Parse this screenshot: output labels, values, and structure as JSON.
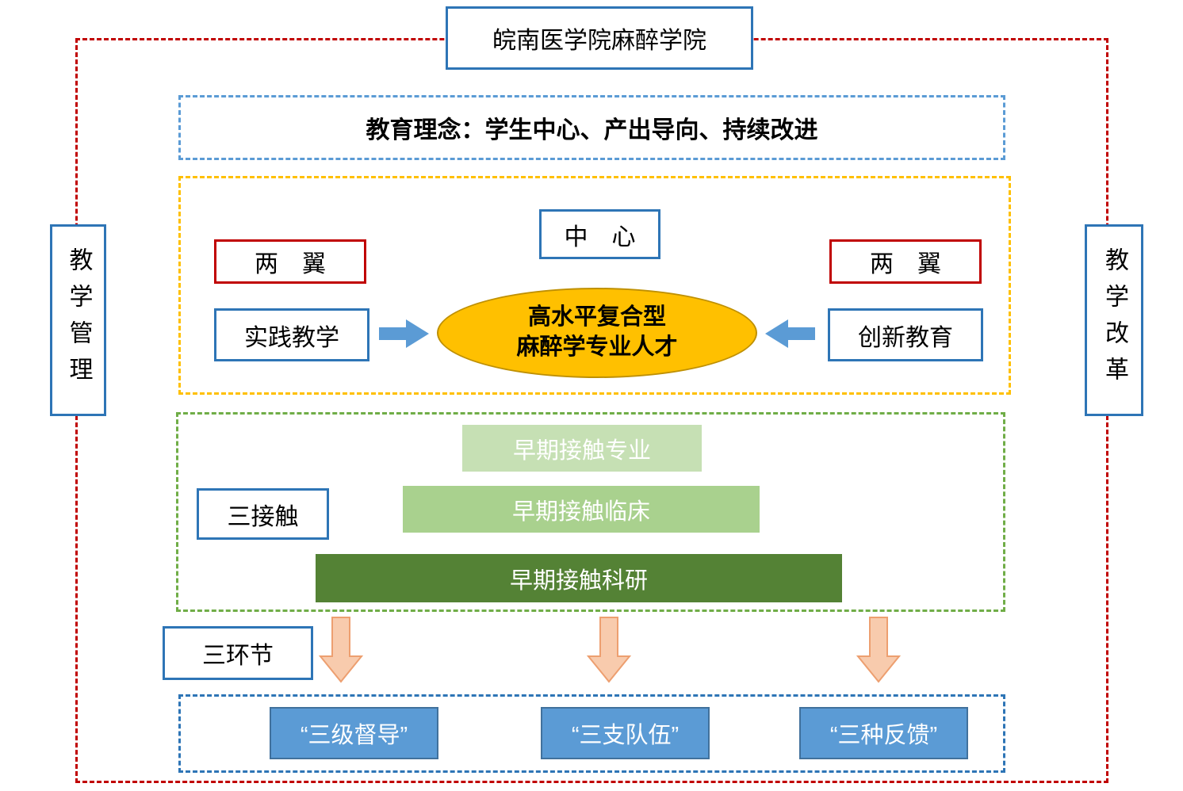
{
  "title": "皖南医学院麻醉学院",
  "sides": {
    "left": "教学管理",
    "right": "教学改革"
  },
  "philosophy": {
    "text": "教育理念：学生中心、产出导向、持续改进"
  },
  "center": {
    "center_label": "中　心",
    "wing_left": "两　翼",
    "wing_right": "两　翼",
    "practice": "实践教学",
    "innovation": "创新教育",
    "goal_line1": "高水平复合型",
    "goal_line2": "麻醉学专业人才"
  },
  "contacts": {
    "label": "三接触",
    "bars": [
      "早期接触专业",
      "早期接触临床",
      "早期接触科研"
    ]
  },
  "links": {
    "label": "三环节"
  },
  "bottom": {
    "boxes": [
      "“三级督导”",
      "“三支队伍”",
      "“三种反馈”"
    ]
  },
  "colors": {
    "outer_frame": "#C00000",
    "philosophy_frame": "#5B9BD5",
    "center_frame": "#FFC000",
    "contacts_frame": "#70AD47",
    "bottom_frame": "#2E75B6",
    "solid_box_border": "#2E75B6",
    "wing_box_border": "#C00000",
    "ellipse_fill": "#FFC000",
    "horizontal_arrow": "#5B9BD5",
    "down_arrow_fill": "#F8CBAD",
    "down_arrow_border": "#ED9F70",
    "bar_light": "#C6E0B4",
    "bar_medium": "#A9D18E",
    "bar_dark": "#548235",
    "result_box_fill": "#5B9BD5"
  }
}
